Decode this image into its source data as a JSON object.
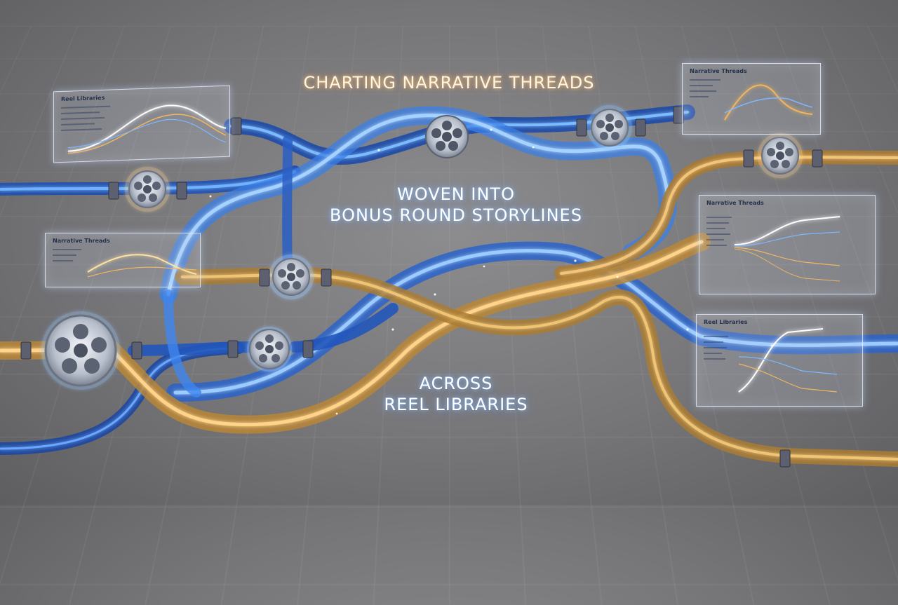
{
  "headline": "CHARTING NARRATIVE THREADS",
  "subhead_line1": "WOVEN INTO",
  "subhead_line2": "BONUS ROUND STORYLINES",
  "tagline_line1": "ACROSS",
  "tagline_line2": "REEL LIBRARIES",
  "panels": {
    "top_left": "Reel Libraries",
    "top_right": "Narrative Threads",
    "mid_left": "Narrative Threads",
    "mid_right": "Narrative Threads",
    "bottom_right": "Reel Libraries"
  },
  "colors": {
    "blue_thread": "#3f8cff",
    "gold_thread": "#d9a24a",
    "floor": "#7a7a7d"
  }
}
